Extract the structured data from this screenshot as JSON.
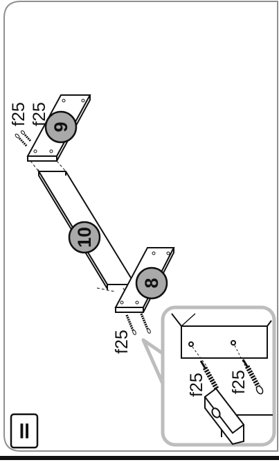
{
  "step_symbol": "=",
  "parts": {
    "top_panel": "9",
    "middle_shelf": "10",
    "bottom_panel": "8"
  },
  "screws": {
    "top_a": "f25",
    "top_b": "f25",
    "bottom": "f25",
    "detail_a": "f25",
    "detail_b": "f25"
  },
  "colors": {
    "frame": "#8f8f8f",
    "badge": "#a9a9a9",
    "line": "#111111",
    "detail_frame": "#bdbdbd"
  }
}
